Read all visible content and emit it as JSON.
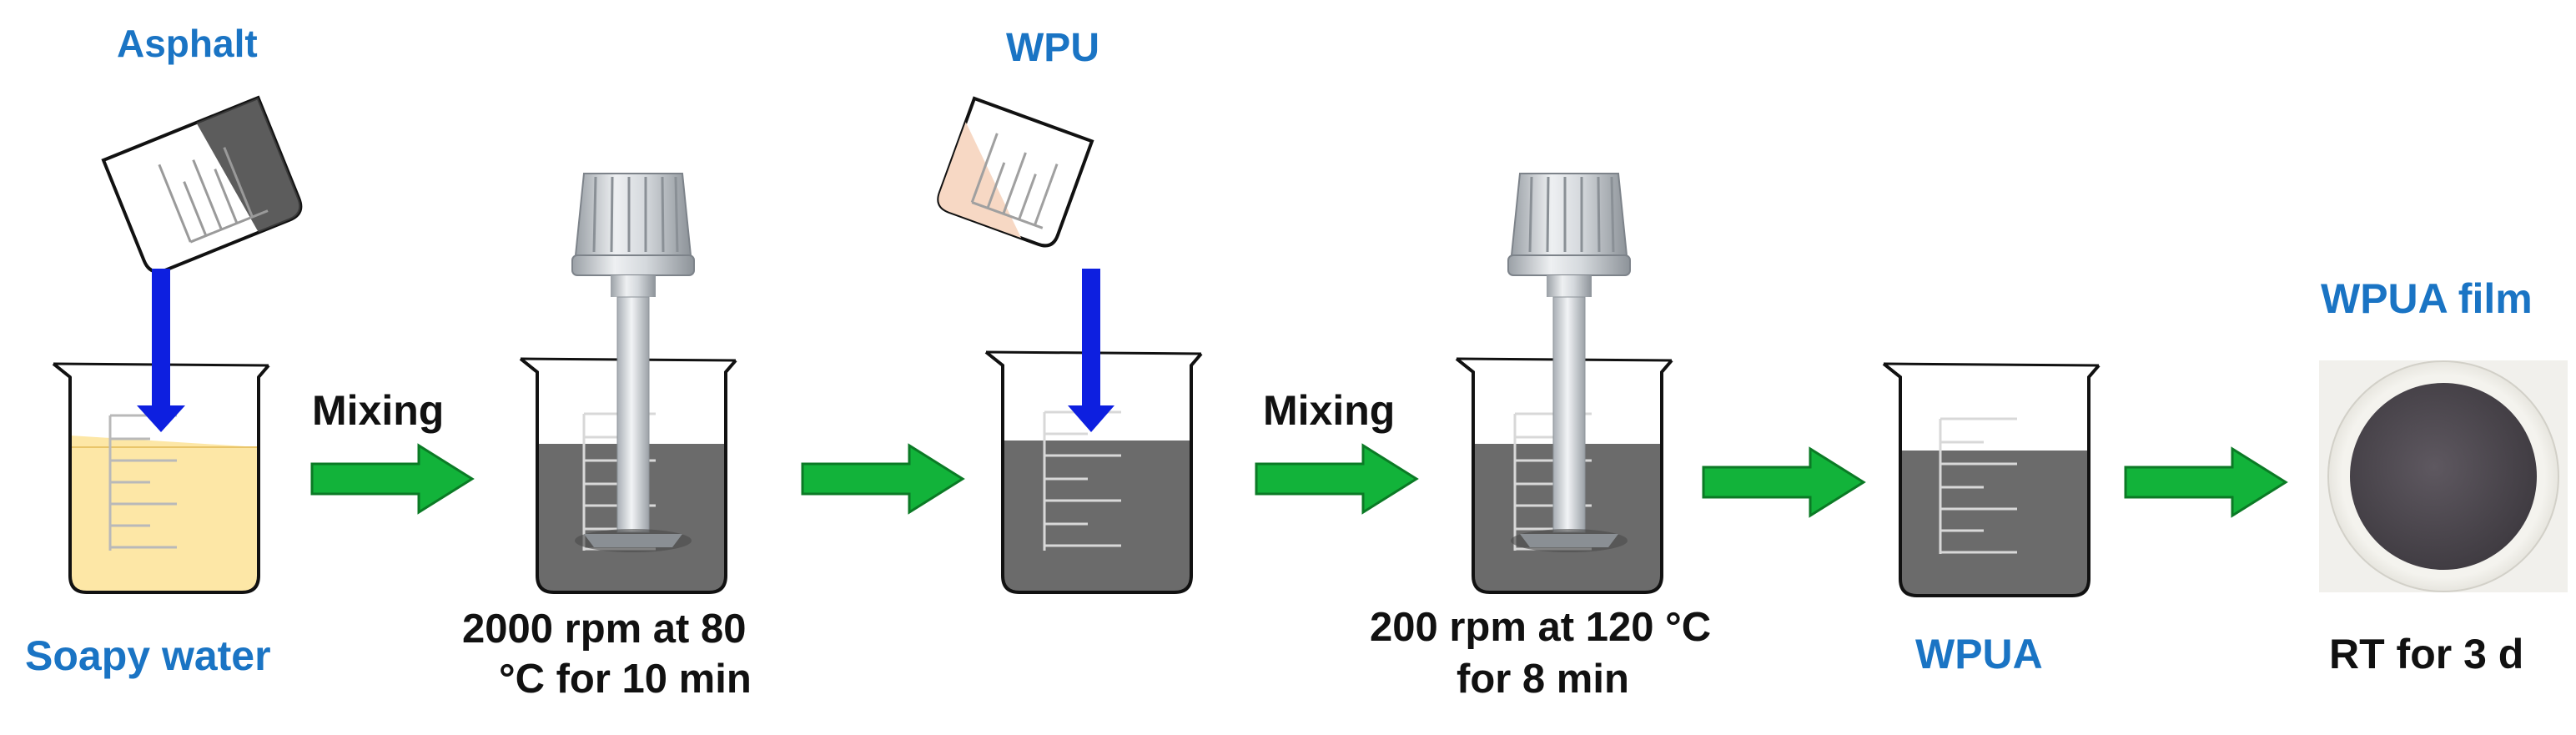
{
  "colors": {
    "label_blue": "#1a74c4",
    "label_black": "#111111",
    "soapy_water": "#fde7a6",
    "mixture": "#6b6b6b",
    "arrow_green": "#12b33a",
    "pour_arrow": "#0d1fe0",
    "wpu_tint": "#f7d8c4",
    "film_dark": "#4e4a50"
  },
  "labels": {
    "asphalt": "Asphalt",
    "soapy_water": "Soapy water",
    "mixing_1": "Mixing",
    "cond_1_line1": "2000 rpm at 80",
    "cond_1_line2": "°C for 10 min",
    "wpu": "WPU",
    "mixing_2": "Mixing",
    "cond_2_line1": "200 rpm at 120 °C",
    "cond_2_line2": "for 8 min",
    "wpua": "WPUA",
    "wpua_film": "WPUA film",
    "rt": "RT for 3 d"
  },
  "icons": [
    "beaker-icon",
    "pouring-beaker-icon",
    "overhead-stirrer-icon",
    "process-arrow-icon",
    "pour-arrow-icon",
    "film-sample-photo"
  ]
}
